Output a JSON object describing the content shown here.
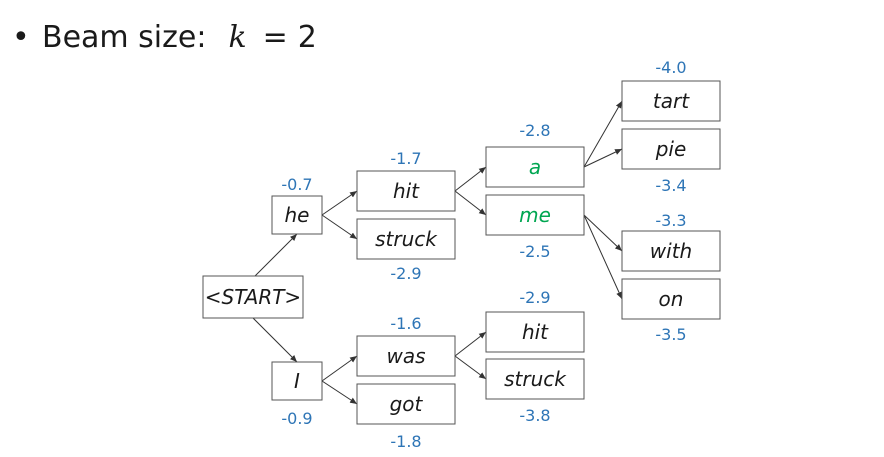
{
  "header": {
    "bullet": "•",
    "text": "Beam size:",
    "variable": "k",
    "equals": "=",
    "value": "2"
  },
  "colors": {
    "score": "#2e75b6",
    "highlight": "#00a651",
    "text": "#1a1a1a",
    "border": "#555555"
  },
  "tree": {
    "nodes": [
      {
        "id": "start",
        "word": "<START>",
        "score": ""
      },
      {
        "id": "he",
        "word": "he",
        "score": "-0.7"
      },
      {
        "id": "i",
        "word": "I",
        "score": "-0.9"
      },
      {
        "id": "hit1",
        "word": "hit",
        "score": "-1.7"
      },
      {
        "id": "struck1",
        "word": "struck",
        "score": "-2.9"
      },
      {
        "id": "was",
        "word": "was",
        "score": "-1.6"
      },
      {
        "id": "got",
        "word": "got",
        "score": "-1.8"
      },
      {
        "id": "a",
        "word": "a",
        "score": "-2.8",
        "highlight": true
      },
      {
        "id": "me",
        "word": "me",
        "score": "-2.5",
        "highlight": true
      },
      {
        "id": "hit2",
        "word": "hit",
        "score": "-2.9"
      },
      {
        "id": "struck2",
        "word": "struck",
        "score": "-3.8"
      },
      {
        "id": "tart",
        "word": "tart",
        "score": "-4.0"
      },
      {
        "id": "pie",
        "word": "pie",
        "score": "-3.4"
      },
      {
        "id": "with",
        "word": "with",
        "score": "-3.3"
      },
      {
        "id": "on",
        "word": "on",
        "score": "-3.5"
      }
    ],
    "edges": [
      [
        "start",
        "he"
      ],
      [
        "start",
        "i"
      ],
      [
        "he",
        "hit1"
      ],
      [
        "he",
        "struck1"
      ],
      [
        "i",
        "was"
      ],
      [
        "i",
        "got"
      ],
      [
        "hit1",
        "a"
      ],
      [
        "hit1",
        "me"
      ],
      [
        "was",
        "hit2"
      ],
      [
        "was",
        "struck2"
      ],
      [
        "a",
        "tart"
      ],
      [
        "a",
        "pie"
      ],
      [
        "me",
        "with"
      ],
      [
        "me",
        "on"
      ]
    ]
  }
}
